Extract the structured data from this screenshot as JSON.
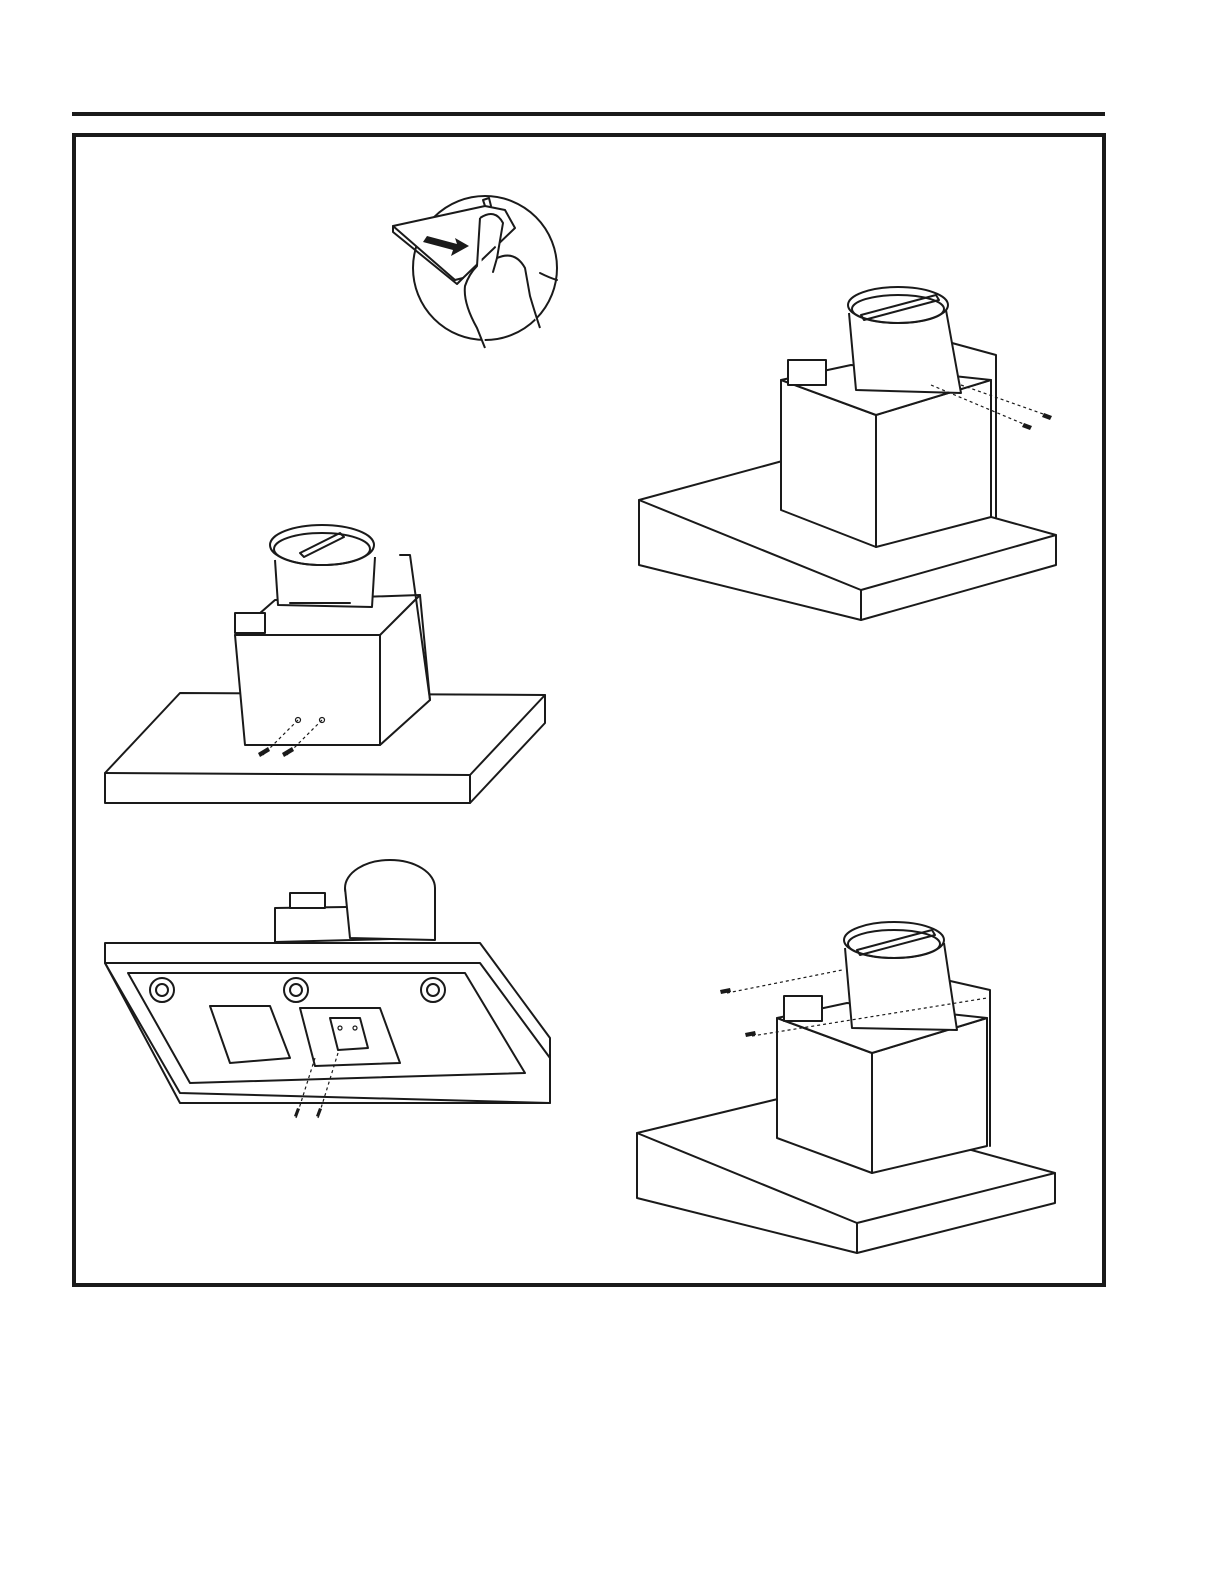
{
  "page": {
    "illustrations": [
      {
        "id": "hand-filter-detail",
        "icon": "hand-pressing-filter-latch-icon"
      },
      {
        "id": "hood-side-screws",
        "icon": "range-hood-side-screws-icon"
      },
      {
        "id": "hood-underside-screws",
        "icon": "range-hood-underside-view-icon"
      },
      {
        "id": "hood-rear-screws",
        "icon": "range-hood-rear-screws-icon"
      },
      {
        "id": "hood-front-screws",
        "icon": "range-hood-front-screws-icon"
      }
    ],
    "colors": {
      "line": "#1a1a1a",
      "background": "#ffffff"
    }
  }
}
